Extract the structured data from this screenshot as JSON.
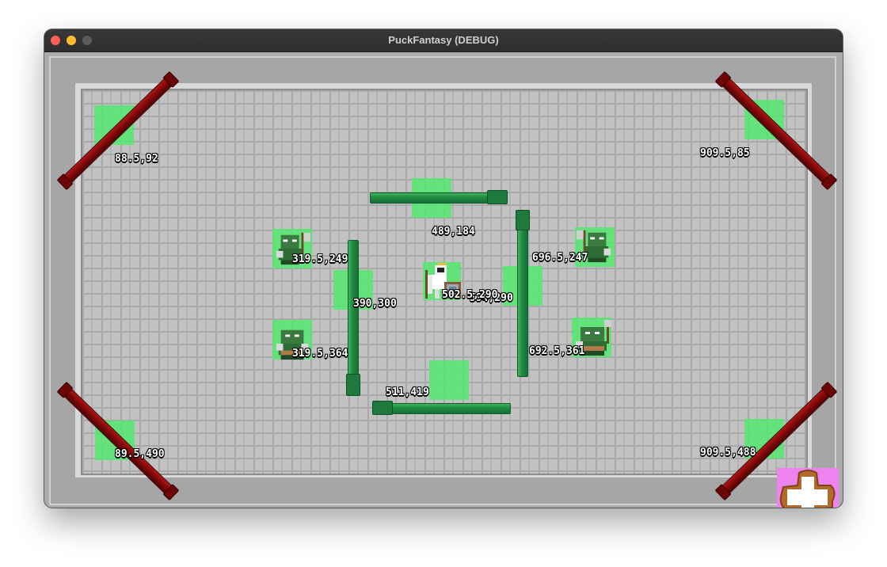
{
  "window": {
    "title": "PuckFantasy (DEBUG)"
  },
  "colors": {
    "hitbox": "#54e870",
    "bumper": "#8b0a0a",
    "pipe": "#1f8a40",
    "floor": "#c2c2c2",
    "button_bg": "#ee82ee"
  },
  "labels": {
    "corner_tl": "88.5,92",
    "corner_tr": "909.5,85",
    "corner_bl": "89.5,490",
    "corner_br": "909.5,488",
    "wall_top": "489,184",
    "wall_left": "390,300",
    "wall_bottom": "511,419",
    "enemy_tl": "319.5,249",
    "enemy_bl": "319.5,364",
    "enemy_tr": "696.5,247",
    "enemy_br": "692.5,361",
    "player": "502.5,290",
    "player_overlap": "594,290"
  },
  "icons": {
    "player": "knight-with-shield-icon",
    "enemy": "orc-with-axe-icon",
    "button": "plus-icon"
  }
}
